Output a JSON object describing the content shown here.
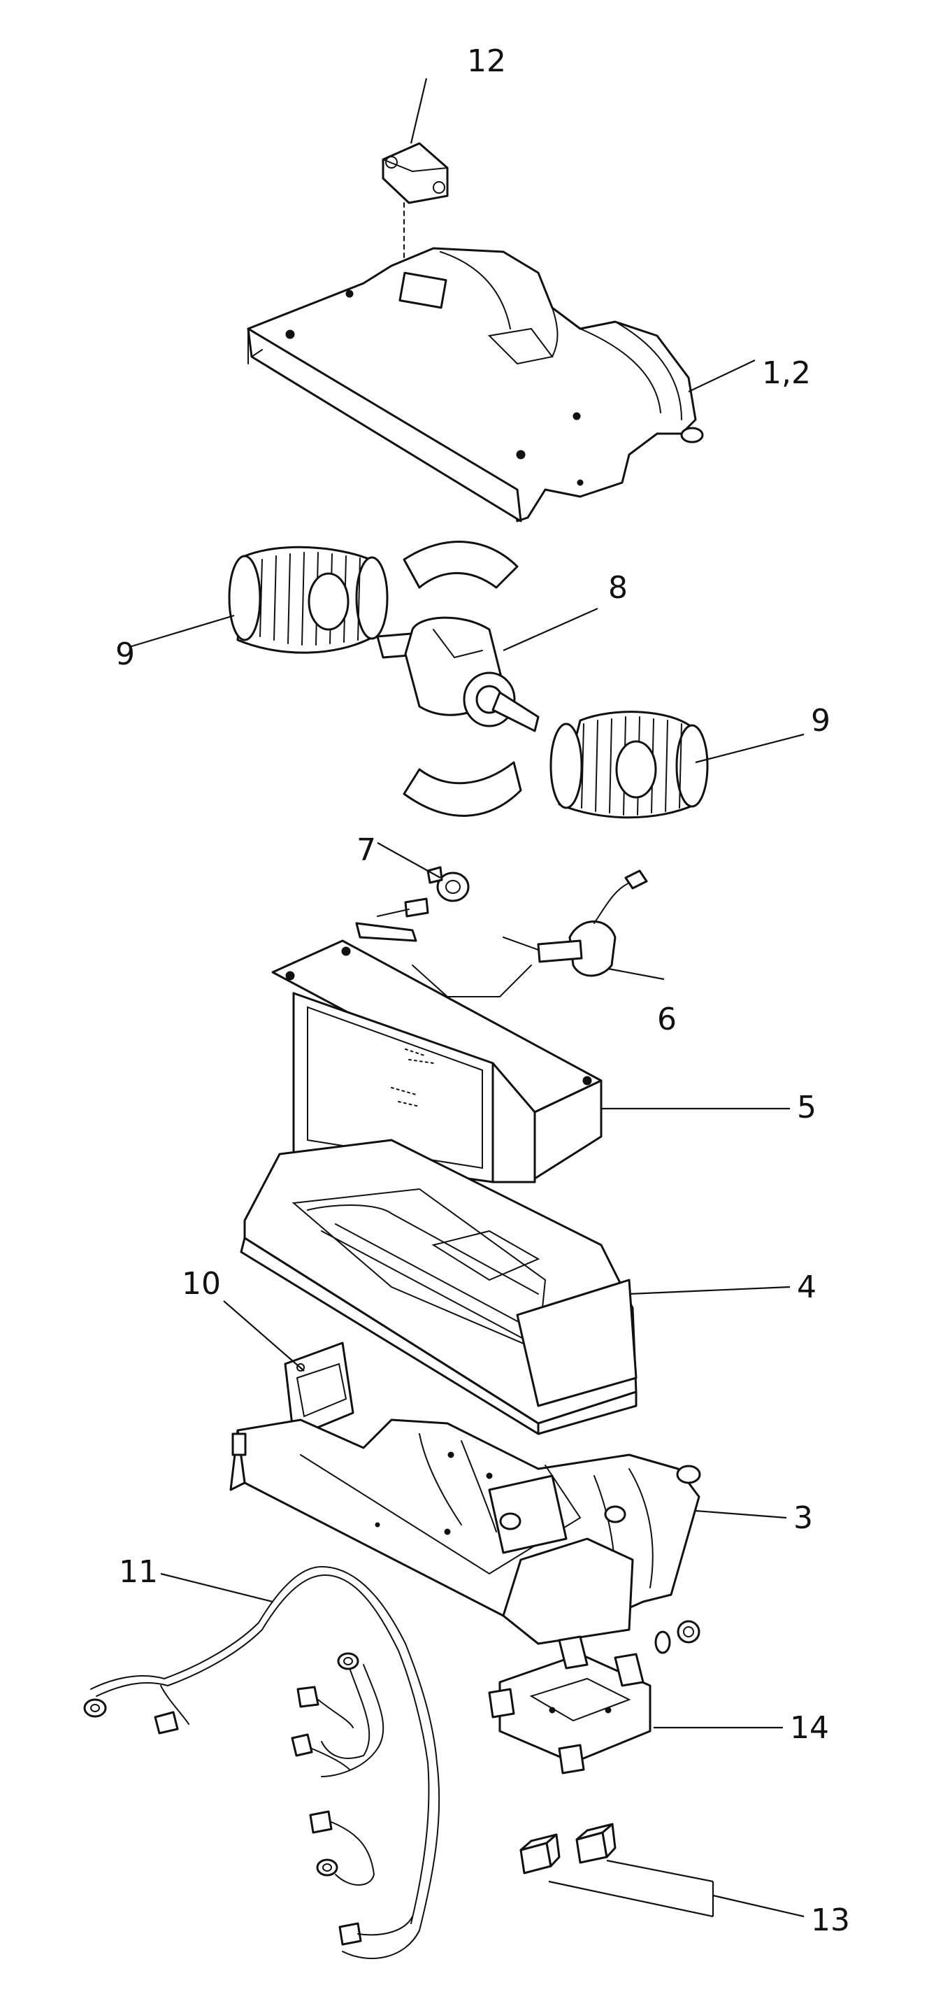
{
  "labels": {
    "top_cover": "1,2",
    "bottom_case": "3",
    "lower_tray": "4",
    "heater_core": "5",
    "water_valve": "6",
    "clamp": "7",
    "motor": "8",
    "fan_left": "9",
    "fan_right": "9",
    "bracket_plate": "10",
    "harness": "11",
    "resistor": "12",
    "relays": "13",
    "mount_bracket": "14"
  }
}
